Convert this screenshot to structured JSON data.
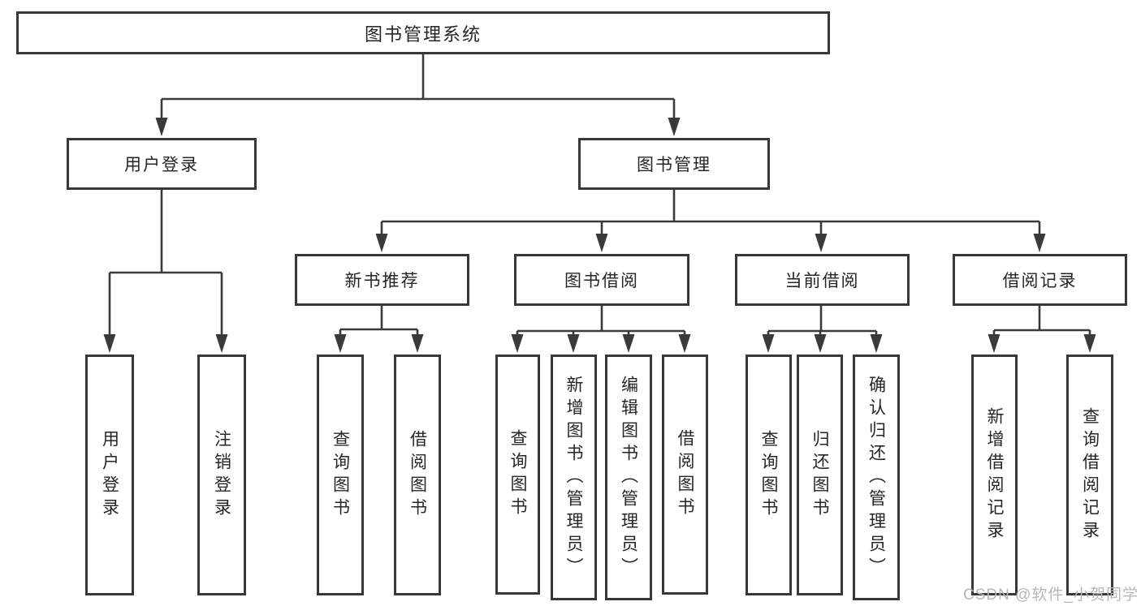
{
  "diagram": {
    "root": "图书管理系统",
    "level2": {
      "user_login": "用户登录",
      "book_management": "图书管理"
    },
    "level3": {
      "new_book_recommend": "新书推荐",
      "book_borrow": "图书借阅",
      "current_borrow": "当前借阅",
      "borrow_records": "借阅记录"
    },
    "leaves": {
      "user_login": "用户登录",
      "logout": "注销登录",
      "recommend_query_book": "查询图书",
      "recommend_borrow_book": "借阅图书",
      "borrow_query_book": "查询图书",
      "borrow_add_book_admin": "新增图书（管理员）",
      "borrow_edit_book_admin": "编辑图书（管理员）",
      "borrow_borrow_book": "借阅图书",
      "current_query_book": "查询图书",
      "current_return_book": "归还图书",
      "current_confirm_return_admin": "确认归还（管理员）",
      "records_add_record": "新增借阅记录",
      "records_query_record": "查询借阅记录"
    }
  },
  "watermark": "CSDN @软件_小贺同学",
  "colors": {
    "line": "#3a3a3a",
    "box_border": "#383838",
    "text": "#262626",
    "watermark": "#b7b7b7"
  }
}
